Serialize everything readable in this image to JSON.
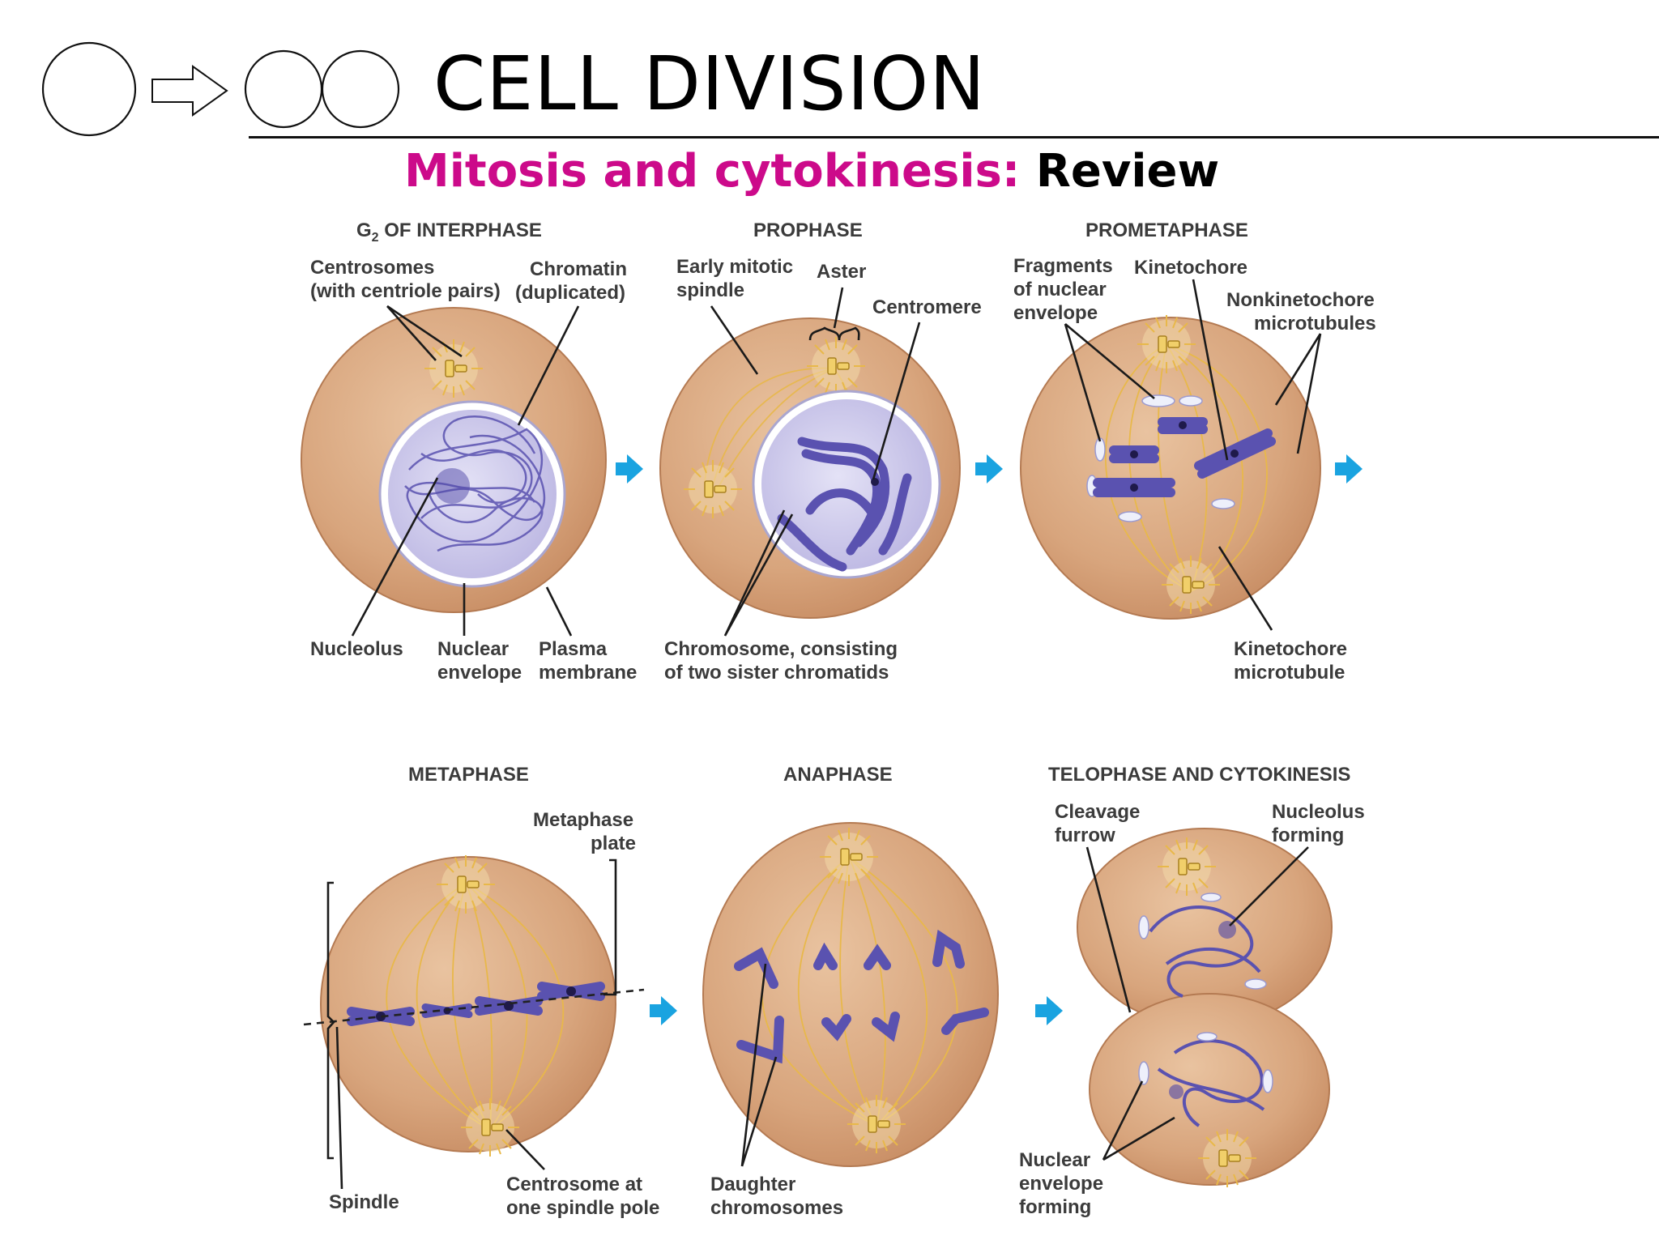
{
  "header": {
    "title": "CELL DIVISION",
    "subtitle_colored": "Mitosis and cytokinesis:",
    "subtitle_plain": "Review"
  },
  "colors": {
    "subtitle_accent": "#cc0a8a",
    "cell_fill": "#d8a57d",
    "chromosome": "#5a52b0",
    "arrow": "#1aa3e0",
    "nucleus": "#c9c6e8"
  },
  "icons": [
    "single-cell-icon",
    "right-arrow-icon",
    "two-cells-icon"
  ],
  "phases": {
    "g2": {
      "heading_prefix": "G",
      "heading_sub": "2",
      "heading_suffix": " OF INTERPHASE",
      "labels": {
        "centrosomes_1": "Centrosomes",
        "centrosomes_2": "(with centriole pairs)",
        "chromatin_1": "Chromatin",
        "chromatin_2": "(duplicated)",
        "nucleolus": "Nucleolus",
        "nuclear_envelope_1": "Nuclear",
        "nuclear_envelope_2": "envelope",
        "plasma_membrane_1": "Plasma",
        "plasma_membrane_2": "membrane"
      }
    },
    "prophase": {
      "heading": "PROPHASE",
      "labels": {
        "early_spindle_1": "Early mitotic",
        "early_spindle_2": "spindle",
        "aster": "Aster",
        "centromere": "Centromere",
        "chromosome_1": "Chromosome, consisting",
        "chromosome_2": "of two sister chromatids"
      }
    },
    "prometaphase": {
      "heading": "PROMETAPHASE",
      "labels": {
        "fragments_1": "Fragments",
        "fragments_2": "of nuclear",
        "fragments_3": "envelope",
        "kinetochore": "Kinetochore",
        "nonkinetochore_1": "Nonkinetochore",
        "nonkinetochore_2": "microtubules",
        "kinetochore_mt_1": "Kinetochore",
        "kinetochore_mt_2": "microtubule"
      }
    },
    "metaphase": {
      "heading": "METAPHASE",
      "labels": {
        "plate_1": "Metaphase",
        "plate_2": "plate",
        "spindle": "Spindle",
        "centrosome_1": "Centrosome at",
        "centrosome_2": "one spindle pole"
      }
    },
    "anaphase": {
      "heading": "ANAPHASE",
      "labels": {
        "daughter_1": "Daughter",
        "daughter_2": "chromosomes"
      }
    },
    "telophase": {
      "heading": "TELOPHASE AND CYTOKINESIS",
      "labels": {
        "cleavage_1": "Cleavage",
        "cleavage_2": "furrow",
        "nucleolus_1": "Nucleolus",
        "nucleolus_2": "forming",
        "nuclear_1": "Nuclear",
        "nuclear_2": "envelope",
        "nuclear_3": "forming"
      }
    }
  }
}
